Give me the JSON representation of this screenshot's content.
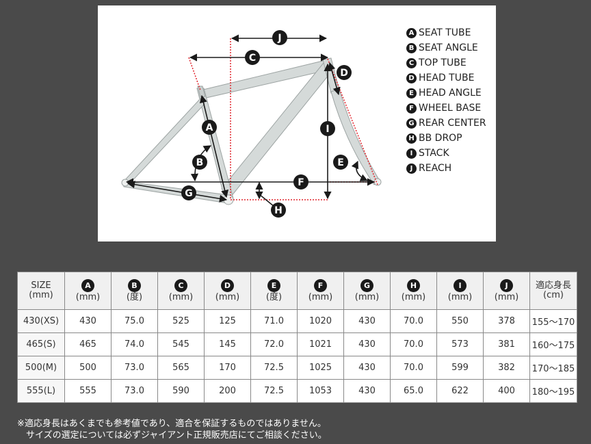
{
  "diagram": {
    "legend": [
      {
        "letter": "A",
        "label": "SEAT TUBE"
      },
      {
        "letter": "B",
        "label": "SEAT ANGLE"
      },
      {
        "letter": "C",
        "label": "TOP TUBE"
      },
      {
        "letter": "D",
        "label": "HEAD TUBE"
      },
      {
        "letter": "E",
        "label": "HEAD ANGLE"
      },
      {
        "letter": "F",
        "label": "WHEEL BASE"
      },
      {
        "letter": "G",
        "label": "REAR CENTER"
      },
      {
        "letter": "H",
        "label": "BB DROP"
      },
      {
        "letter": "I",
        "label": "STACK"
      },
      {
        "letter": "J",
        "label": "REACH"
      }
    ],
    "markers": [
      "A",
      "B",
      "C",
      "D",
      "E",
      "F",
      "G",
      "H",
      "I",
      "J"
    ],
    "colors": {
      "frame": "#d5dad9",
      "frame_edge": "#9ca3a2",
      "dimension": "#1a1a1a",
      "guide": "#e0242c",
      "badge": "#1a1a1a"
    }
  },
  "table": {
    "size_header": {
      "label": "SIZE",
      "unit": "(mm)"
    },
    "columns": [
      {
        "letter": "A",
        "unit": "(mm)"
      },
      {
        "letter": "B",
        "unit": "(度)"
      },
      {
        "letter": "C",
        "unit": "(mm)"
      },
      {
        "letter": "D",
        "unit": "(mm)"
      },
      {
        "letter": "E",
        "unit": "(度)"
      },
      {
        "letter": "F",
        "unit": "(mm)"
      },
      {
        "letter": "G",
        "unit": "(mm)"
      },
      {
        "letter": "H",
        "unit": "(mm)"
      },
      {
        "letter": "I",
        "unit": "(mm)"
      },
      {
        "letter": "J",
        "unit": "(mm)"
      }
    ],
    "height_header": {
      "label": "適応身長",
      "unit": "(cm)"
    },
    "rows": [
      {
        "size": "430(XS)",
        "values": [
          "430",
          "75.0",
          "525",
          "125",
          "71.0",
          "1020",
          "430",
          "70.0",
          "550",
          "378"
        ],
        "height": "155～170"
      },
      {
        "size": "465(S)",
        "values": [
          "465",
          "74.0",
          "545",
          "145",
          "72.0",
          "1021",
          "430",
          "70.0",
          "573",
          "381"
        ],
        "height": "160～175"
      },
      {
        "size": "500(M)",
        "values": [
          "500",
          "73.0",
          "565",
          "170",
          "72.5",
          "1025",
          "430",
          "70.0",
          "599",
          "382"
        ],
        "height": "170～185"
      },
      {
        "size": "555(L)",
        "values": [
          "555",
          "73.0",
          "590",
          "200",
          "72.5",
          "1053",
          "430",
          "65.0",
          "622",
          "400"
        ],
        "height": "180～195"
      }
    ]
  },
  "notes": [
    "※適応身長はあくまでも参考値であり、適合を保証するものではありません。",
    "　サイズの選定については必ずジャイアント正規販売店にてご相談ください。"
  ]
}
